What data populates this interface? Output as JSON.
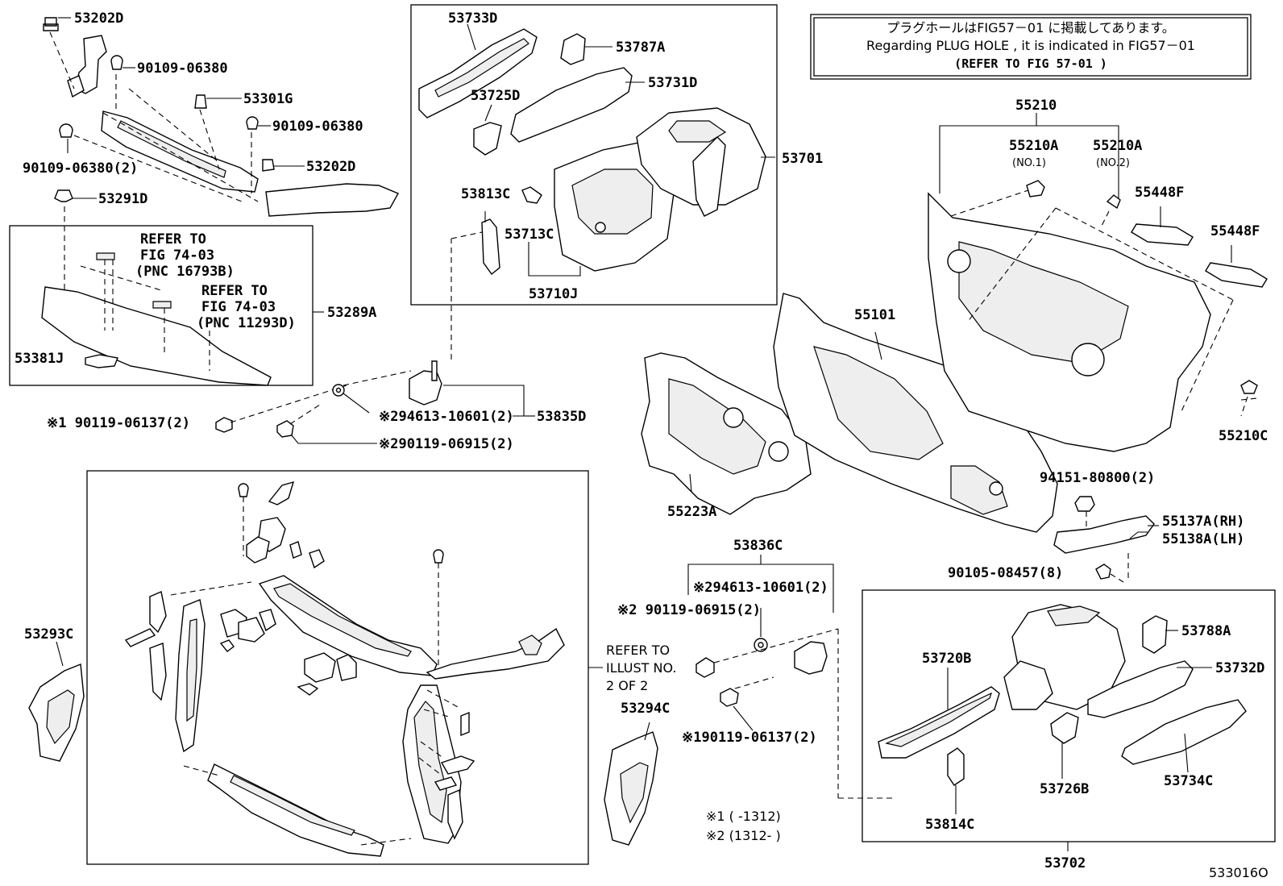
{
  "header_note": {
    "line1": "プラグホールはFIG57－01 に掲載してあります。",
    "line2": "Regarding PLUG HOLE , it is indicated in FIG57－01",
    "line3": "(REFER TO FIG 57-01 )"
  },
  "labels": {
    "p53202D_a": "53202D",
    "p90109_a": "90109-06380",
    "p53301G": "53301G",
    "p90109_b": "90109-06380",
    "p90109_c": "90109-06380(2)",
    "p53202D_b": "53202D",
    "p53291D": "53291D",
    "refer1_a": "REFER TO",
    "refer1_b": "FIG 74-03",
    "refer1_c": "(PNC 16793B)",
    "refer2_a": "REFER TO",
    "refer2_b": "FIG 74-03",
    "refer2_c": "(PNC 11293D)",
    "p53289A": "53289A",
    "p53381J": "53381J",
    "p90119_a": "※1 90119-06137(2)",
    "p94613_a": "※294613-10601(2)",
    "p53835D": "53835D",
    "p90119_b": "※290119-06915(2)",
    "p53733D": "53733D",
    "p53787A": "53787A",
    "p53725D": "53725D",
    "p53731D": "53731D",
    "p53701": "53701",
    "p53813C": "53813C",
    "p53713C": "53713C",
    "p53710J": "53710J",
    "p55210": "55210",
    "p55210A_1": "55210A",
    "no1": "(NO.1)",
    "p55210A_2": "55210A",
    "no2": "(NO.2)",
    "p55448F_a": "55448F",
    "p55448F_b": "55448F",
    "p55101": "55101",
    "p55210C": "55210C",
    "p55223A": "55223A",
    "p94151": "94151-80800(2)",
    "p55137A": "55137A(RH)",
    "p55138A": "55138A(LH)",
    "p90105": "90105-08457(8)",
    "p53836C": "53836C",
    "p94613_b": "※294613-10601(2)",
    "p90119_c": "※2 90119-06915(2)",
    "p90119_d": "※190119-06137(2)",
    "p53293C": "53293C",
    "refer3_a": "REFER TO",
    "refer3_b": "ILLUST NO.",
    "refer3_c": "2 OF 2",
    "p53294C": "53294C",
    "note1": "※1 (      -1312)",
    "note2": "※2 (1312-      )",
    "p53720B": "53720B",
    "p53788A": "53788A",
    "p53732D": "53732D",
    "p53726B": "53726B",
    "p53734C": "53734C",
    "p53814C": "53814C",
    "p53702": "53702",
    "illus_id": "533016O"
  }
}
